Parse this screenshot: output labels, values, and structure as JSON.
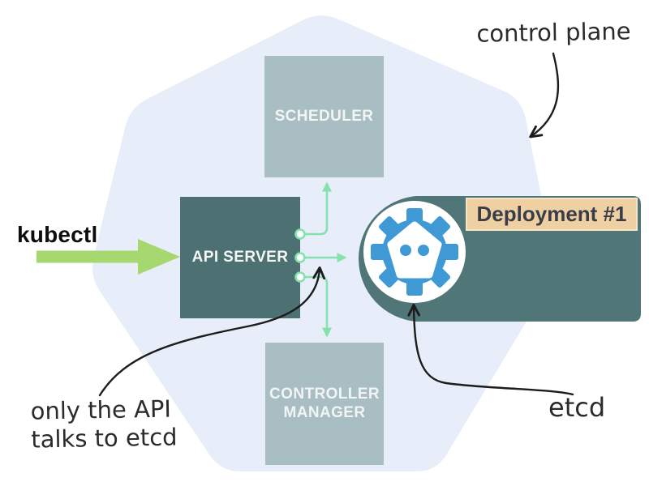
{
  "diagram": {
    "title_region": "kubernetes-control-plane-diagram",
    "nodes": {
      "scheduler": {
        "label": "SCHEDULER"
      },
      "api_server": {
        "label": "API SERVER"
      },
      "controller_manager": {
        "label": "CONTROLLER\nMANAGER"
      },
      "deployment": {
        "label": "Deployment #1"
      }
    },
    "annotations": {
      "kubectl": "kubectl",
      "control_plane": "control plane",
      "only_api": "only the API\ntalks to etcd",
      "etcd": "etcd"
    },
    "icons": {
      "etcd_logo": "gear-robot-icon"
    },
    "colors": {
      "control_plane_fill": "#e8edfa",
      "light_node": "#a9bec2",
      "dark_node": "#4d7072",
      "capsule": "#517677",
      "deployment_label_bg": "#eed0a3",
      "deployment_label_text": "#3a3d49",
      "kubectl_arrow": "#a5d96f",
      "connector_mint": "#85e2ad",
      "etcd_logo_blue": "#3e99d4",
      "hand_ink": "#2b2b2b"
    }
  }
}
